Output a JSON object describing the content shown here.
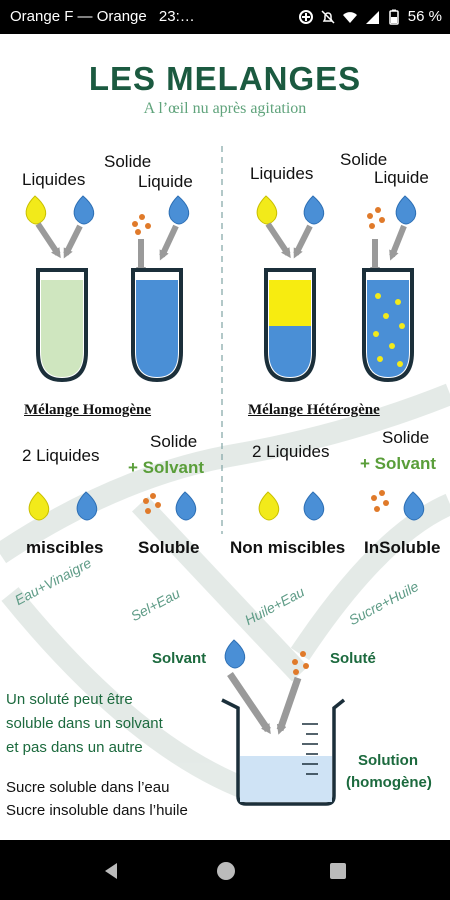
{
  "status_bar": {
    "carrier": "Orange F — Orange",
    "time": "23:…",
    "battery": "56 %"
  },
  "poster": {
    "title": "LES MELANGES",
    "subtitle": "A l’œil nu après agitation",
    "top_left": {
      "label_liquides": "Liquides",
      "label_solide": "Solide",
      "label_liquide": "Liquide"
    },
    "top_right": {
      "label_liquides": "Liquides",
      "label_solide": "Solide",
      "label_liquide": "Liquide"
    },
    "heading_homogene": "Mélange Homogène",
    "heading_heterogene": "Mélange Hétérogène",
    "left_row": {
      "two_liquids": "2 Liquides",
      "solide": "Solide",
      "plus_solvant": "+ Solvant",
      "miscibles": "miscibles",
      "soluble": "Soluble"
    },
    "right_row": {
      "two_liquids": "2 Liquides",
      "solide": "Solide",
      "plus_solvant": "+ Solvant",
      "non_miscibles": "Non miscibles",
      "insoluble": "InSoluble"
    },
    "examples": {
      "eau_vinaigre": "Eau+Vinaigre",
      "sel_eau": "Sel+Eau",
      "huile_eau": "Huile+Eau",
      "sucre_huile": "Sucre+Huile"
    },
    "solvant_label": "Solvant",
    "solute_label": "Soluté",
    "solution_label_1": "Solution",
    "solution_label_2": "(homogène)",
    "note_green": [
      "Un soluté peut être",
      "soluble dans un solvant",
      "et pas dans un autre"
    ],
    "note_black": [
      "Sucre soluble dans l’eau",
      "Sucre insoluble dans l’huile"
    ]
  },
  "colors": {
    "title": "#1b5a40",
    "drop_blue": "#4a8fd6",
    "drop_yellow": "#f2ea1a",
    "light_green": "#cfe6bf",
    "highlight_green": "#5a9e3a"
  }
}
